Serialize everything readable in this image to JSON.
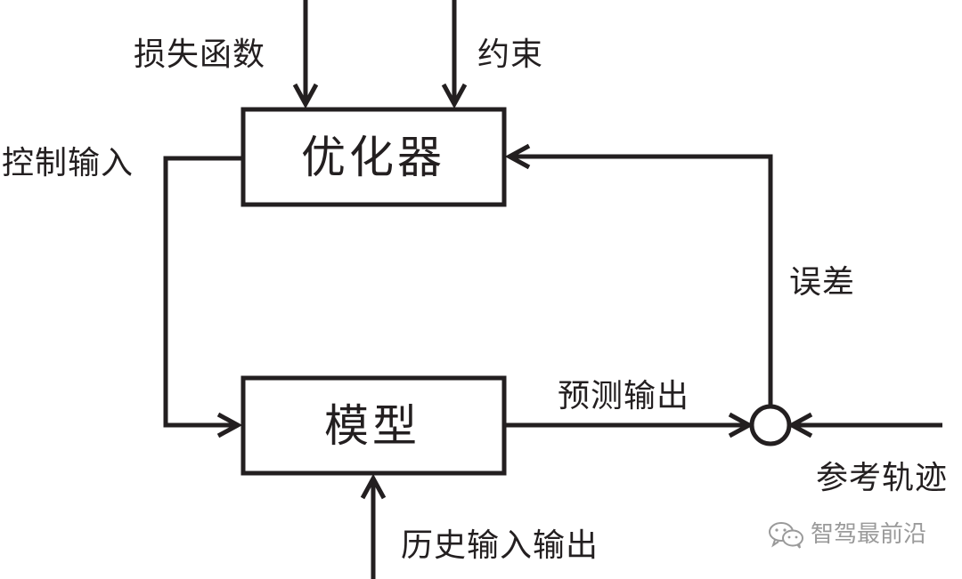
{
  "colors": {
    "ink": "#231f20",
    "watermark": "#9a9a9a",
    "background": "#ffffff"
  },
  "boxes": {
    "optimizer": "优化器",
    "model": "模型"
  },
  "labels": {
    "loss_function": "损失函数",
    "constraint": "约束",
    "control_input": "控制输入",
    "error": "误差",
    "predicted_output": "预测输出",
    "reference_trajectory": "参考轨迹",
    "history_io": "历史输入输出"
  },
  "watermark": {
    "icon": "wechat-icon",
    "text": "智驾最前沿"
  }
}
